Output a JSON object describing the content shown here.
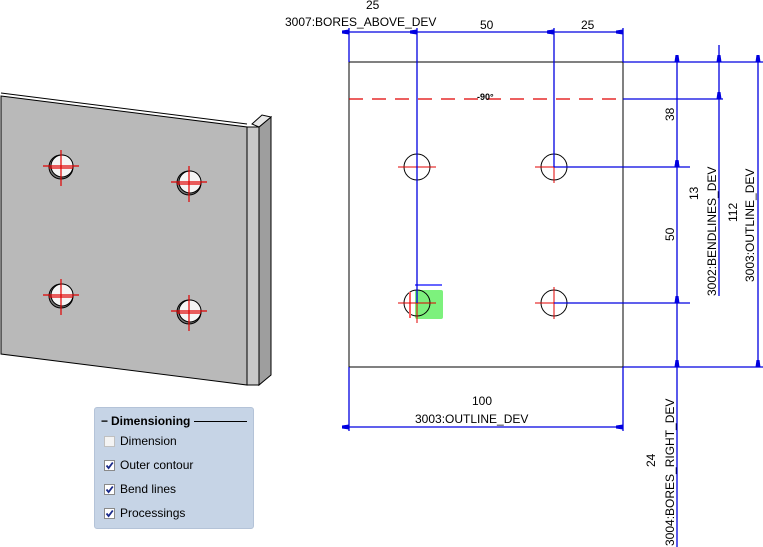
{
  "colors": {
    "dimension": "#0000e0",
    "bend_line": "#e00000",
    "outline": "#000000",
    "highlight": "#66ee66",
    "plate_face": "#b9b9b9",
    "panel_bg": "#c6d4e6"
  },
  "drawing": {
    "dims_top": {
      "bores_above_value": "25",
      "bores_above_label": "3007:BORES_ABOVE_DEV",
      "spacing_value": "50",
      "right_value": "25"
    },
    "bend_angle": "-90°",
    "dims_right": {
      "bend_to_bore_value": "38",
      "bore_spacing_value": "50",
      "bendlines_value": "13",
      "bendlines_label": "3002:BENDLINES_DEV",
      "outline_height_value": "112",
      "outline_height_label": "3003:OUTLINE_DEV"
    },
    "dims_bottom": {
      "outline_width_value": "100",
      "outline_width_label": "3003:OUTLINE_DEV",
      "bores_right_value": "24",
      "bores_right_label": "3004:BORES_RIGHT_DEV"
    }
  },
  "panel": {
    "title": "Dimensioning",
    "collapse_glyph": "−",
    "options": [
      {
        "label": "Dimension",
        "checked": false
      },
      {
        "label": "Outer contour",
        "checked": true
      },
      {
        "label": "Bend lines",
        "checked": true
      },
      {
        "label": "Processings",
        "checked": true
      }
    ]
  }
}
